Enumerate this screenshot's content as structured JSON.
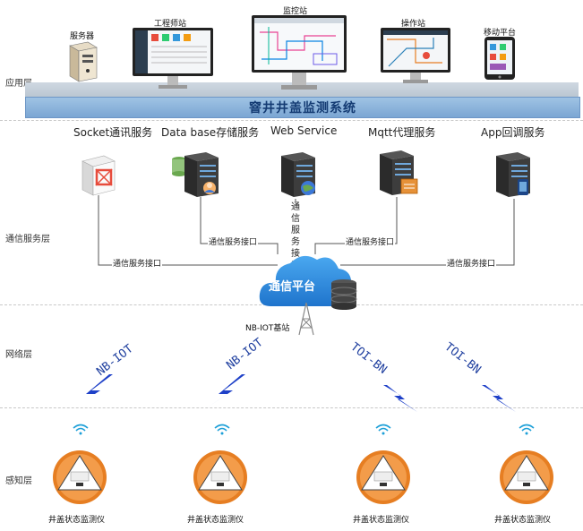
{
  "layers": {
    "application": "应用层",
    "communication_service": "通信服务层",
    "network": "网络层",
    "perception": "感知层"
  },
  "application_devices": [
    {
      "label": "服务器",
      "icon": "server-tower-icon"
    },
    {
      "label": "工程师站",
      "icon": "monitor-icon"
    },
    {
      "label": "监控站",
      "icon": "monitor-icon"
    },
    {
      "label": "操作站",
      "icon": "monitor-icon"
    },
    {
      "label": "移动平台",
      "icon": "tablet-icon"
    }
  ],
  "system_title": "窨井井盖监测系统",
  "services": [
    {
      "label": "Socket通讯服务",
      "icon": "network-server-icon"
    },
    {
      "label": "Data base存储服务",
      "icon": "database-server-icon"
    },
    {
      "label": "Web Service",
      "icon": "web-server-icon"
    },
    {
      "label": "Mqtt代理服务",
      "icon": "proxy-server-icon"
    },
    {
      "label": "App回调服务",
      "icon": "app-server-icon"
    }
  ],
  "interface_labels": {
    "socket": "通信服务接口",
    "database": "通信服务接口",
    "web": "通信服务接口",
    "mqtt": "通信服务接口",
    "app": "通信服务接口"
  },
  "platform": "通信平台",
  "base_station": "NB-IOT基站",
  "nb_links": [
    "NB-IOT",
    "NB-IOT",
    "TOI-BN",
    "TOI-BN"
  ],
  "sensors": [
    "井盖状态监测仪",
    "井盖状态监测仪",
    "井盖状态监测仪",
    "井盖状态监测仪"
  ],
  "colors": {
    "title_bar": "#7ba6d3",
    "title_text": "#143b73",
    "cloud": "#2f8fe3",
    "lightning": "#1e40c8",
    "sensor_orange": "#e67e22"
  }
}
